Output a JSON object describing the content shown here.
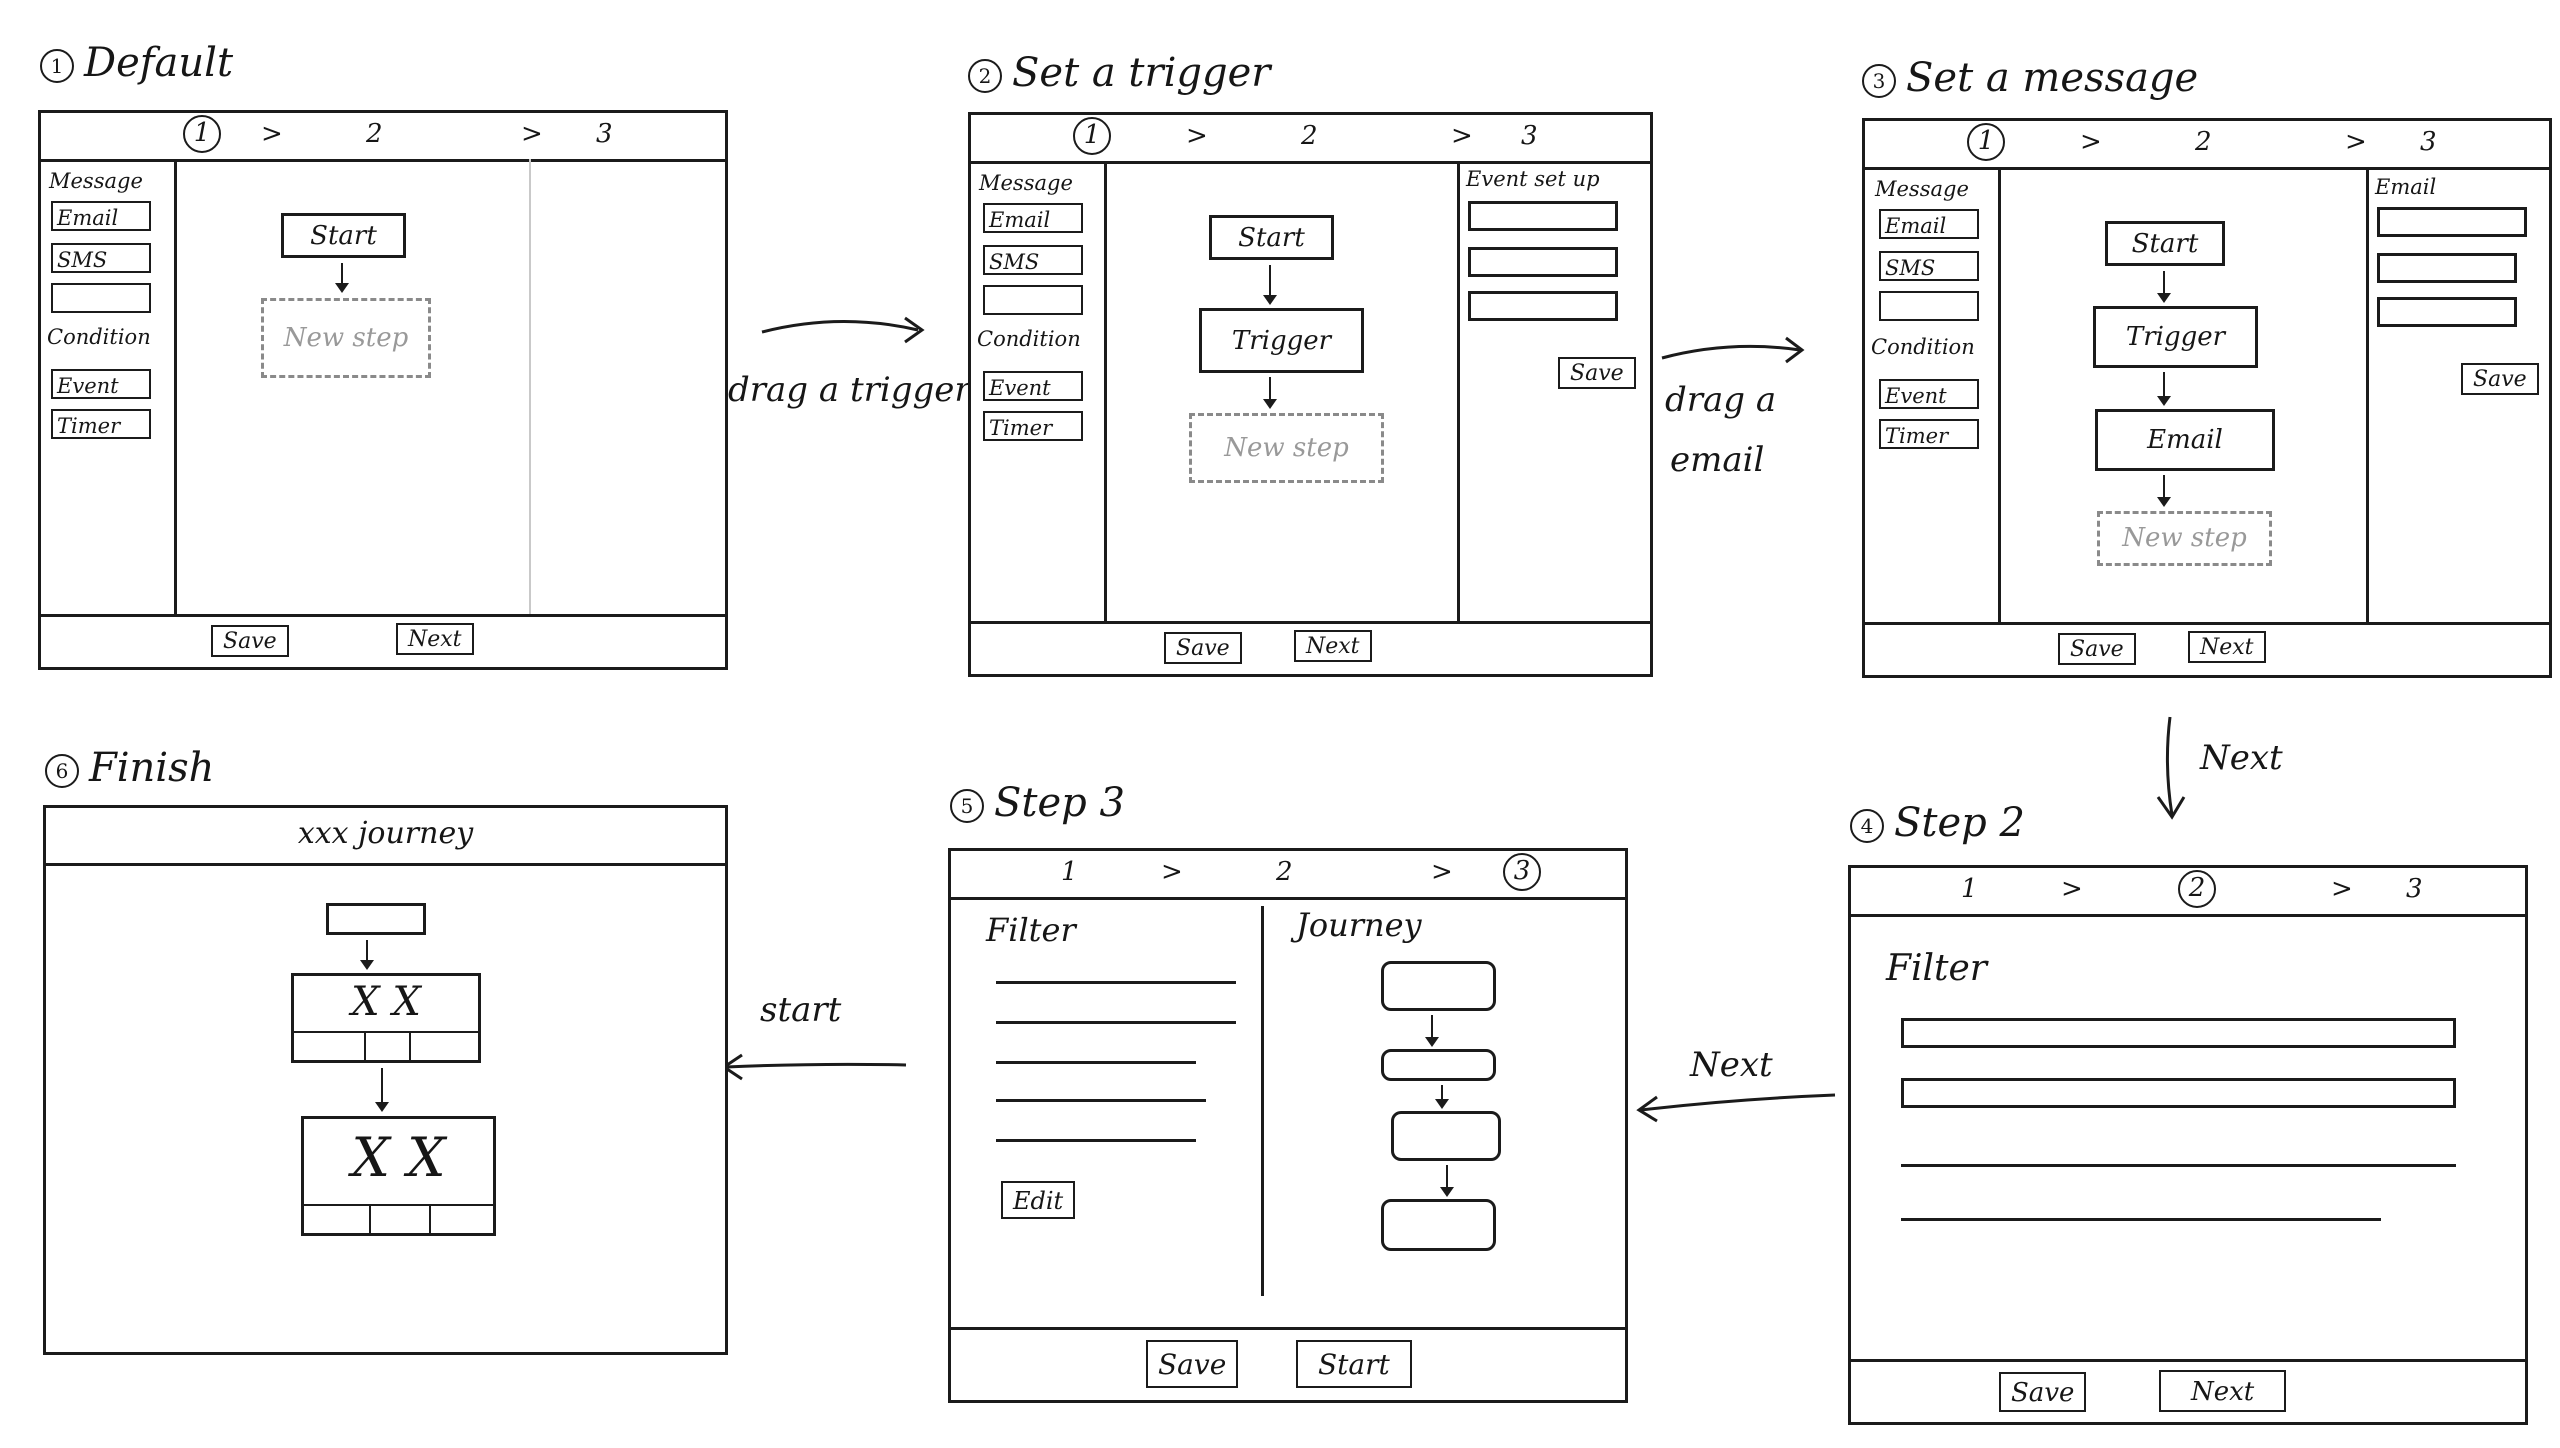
{
  "steps_bar": {
    "s1": "1",
    "s2": "2",
    "s3": "3",
    "sep": ">"
  },
  "panel1": {
    "title": "Default",
    "num": "1",
    "sidebar": {
      "message": "Message",
      "email": "Email",
      "sms": "SMS",
      "condition": "Condition",
      "event": "Event",
      "timer": "Timer"
    },
    "nodes": {
      "start": "Start",
      "new": "New step"
    },
    "footer": {
      "save": "Save",
      "next": "Next"
    }
  },
  "panel2": {
    "title": "Set a trigger",
    "num": "2",
    "sidebar": {
      "message": "Message",
      "email": "Email",
      "sms": "SMS",
      "condition": "Condition",
      "event": "Event",
      "timer": "Timer"
    },
    "nodes": {
      "start": "Start",
      "trigger": "Trigger",
      "new": "New step"
    },
    "right": {
      "title": "Event set up",
      "save": "Save"
    },
    "footer": {
      "save": "Save",
      "next": "Next"
    }
  },
  "panel3": {
    "title": "Set a message",
    "num": "3",
    "sidebar": {
      "message": "Message",
      "email": "Email",
      "sms": "SMS",
      "condition": "Condition",
      "event": "Event",
      "timer": "Timer"
    },
    "nodes": {
      "start": "Start",
      "trigger": "Trigger",
      "email": "Email",
      "new": "New step"
    },
    "right": {
      "title": "Email",
      "save": "Save"
    },
    "footer": {
      "save": "Save",
      "next": "Next"
    }
  },
  "panel4": {
    "title": "Step 2",
    "num": "4",
    "filter": "Filter",
    "footer": {
      "save": "Save",
      "next": "Next"
    }
  },
  "panel5": {
    "title": "Step 3",
    "num": "5",
    "filter": "Filter",
    "journey": "Journey",
    "edit": "Edit",
    "footer": {
      "save": "Save",
      "start": "Start"
    }
  },
  "panel6": {
    "title": "Finish",
    "num": "6",
    "header": "xxx journey",
    "x1": "X X",
    "x2": "X X"
  },
  "flows": {
    "a": "drag a trigger",
    "b1": "drag a",
    "b2": "email",
    "c": "Next",
    "d": "Next",
    "e": "start"
  }
}
